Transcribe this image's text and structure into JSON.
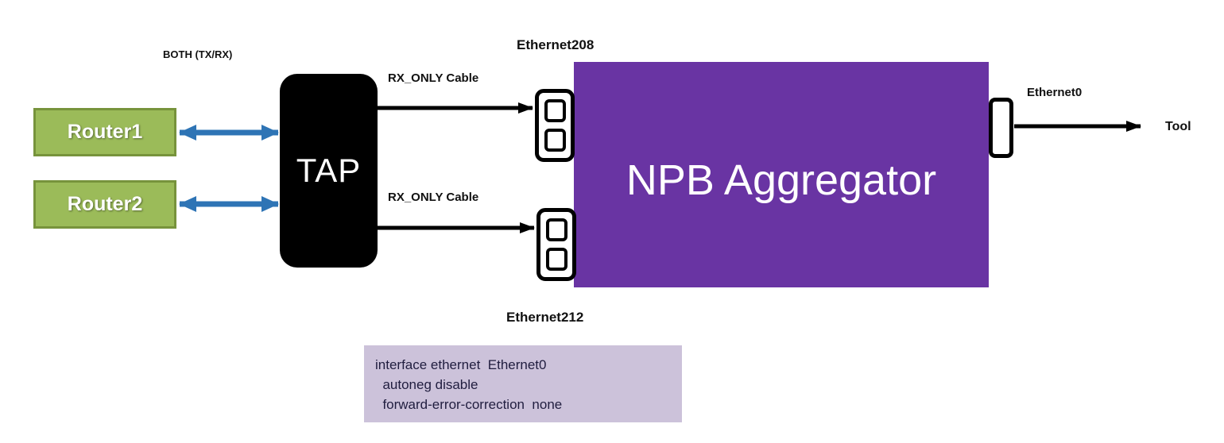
{
  "colors": {
    "router_fill": "#9BBB59",
    "router_border": "#77933C",
    "tap_fill": "#000000",
    "npb_fill": "#6934A3",
    "link_blue": "#2E74B5",
    "link_black": "#000000",
    "config_fill": "#CCC2DA",
    "config_text": "#201D3F",
    "label_text": "#111111"
  },
  "nodes": {
    "router1": {
      "label": "Router1"
    },
    "router2": {
      "label": "Router2"
    },
    "tap": {
      "label": "TAP"
    },
    "npb_aggregator": {
      "label": "NPB Aggregator"
    },
    "tool": {
      "label": "Tool"
    }
  },
  "labels": {
    "both_tx_rx": "BOTH (TX/RX)",
    "rx_only_cable_top": "RX_ONLY Cable",
    "rx_only_cable_bottom": "RX_ONLY Cable",
    "ethernet208": "Ethernet208",
    "ethernet212": "Ethernet212",
    "ethernet0": "Ethernet0"
  },
  "config_box": {
    "lines": [
      "interface ethernet  Ethernet0",
      "  autoneg disable",
      "  forward-error-correction  none"
    ]
  }
}
